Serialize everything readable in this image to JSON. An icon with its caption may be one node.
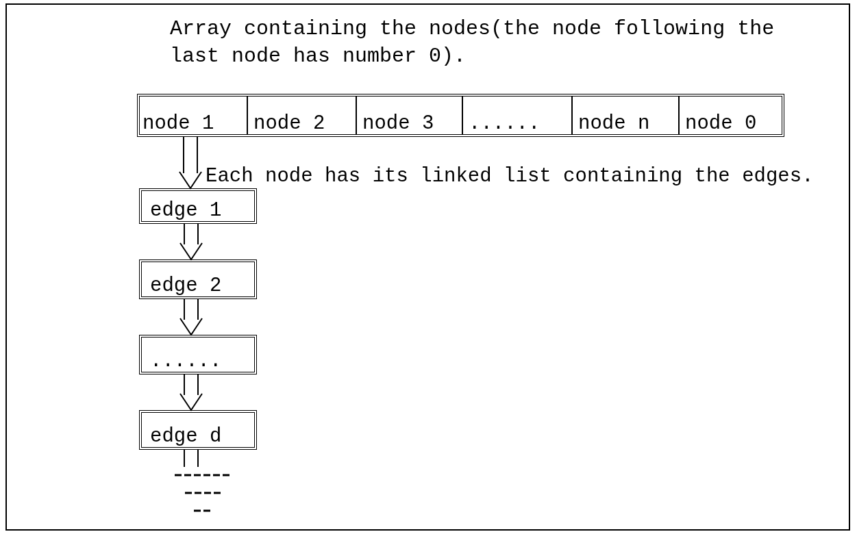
{
  "diagram": {
    "nodes": [
      {
        "text": [
          "Array containing the nodes(the node following the last node has number 0)."
        ]
      },
      {
        "text": [
          "node 1"
        ],
        "in": 0
      },
      {
        "text": [
          "node 2"
        ],
        "in": 0
      },
      {
        "text": [
          "node 3"
        ],
        "in": 0
      },
      {
        "text": [
          "......"
        ],
        "in": 0
      },
      {
        "text": [
          "node n"
        ],
        "in": 0
      },
      {
        "text": [
          "node 0"
        ],
        "in": 0
      },
      {
        "text": [
          "edge 1"
        ]
      },
      {
        "text": [
          "edge 2"
        ]
      },
      {
        "text": [
          "......"
        ]
      },
      {
        "text": [
          "edge d"
        ]
      },
      {
        "text": [],
        "shape": "ground"
      }
    ],
    "edges": [
      {
        "from": 1,
        "to": 7,
        "arrow": "to"
      },
      {
        "from": 7,
        "to": 8,
        "arrow": "to"
      },
      {
        "from": 8,
        "to": 9,
        "arrow": "to"
      },
      {
        "from": 9,
        "to": 10,
        "arrow": "to"
      },
      {
        "from": 10,
        "to": 11,
        "arrow": "none"
      }
    ],
    "labels": [
      "Each node has its linked list containing the edges."
    ]
  }
}
